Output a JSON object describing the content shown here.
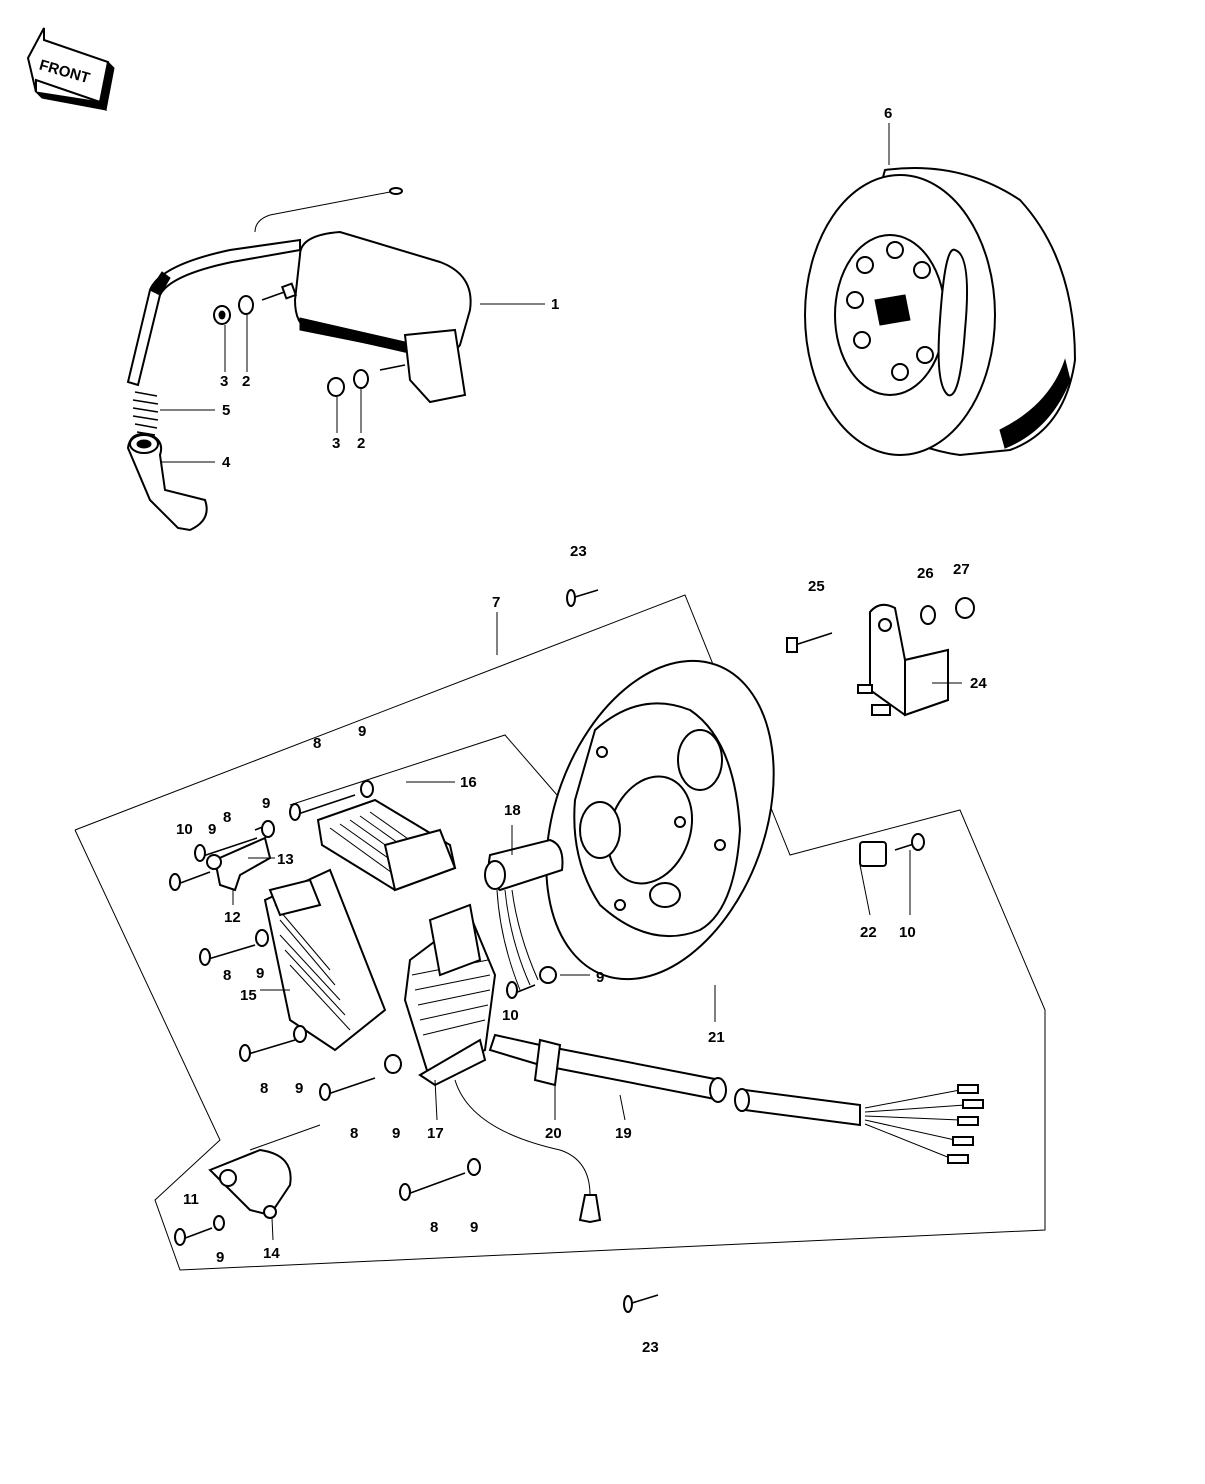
{
  "front_label": "FRONT",
  "callouts": [
    {
      "id": "c1",
      "text": "1"
    },
    {
      "id": "c2a",
      "text": "2"
    },
    {
      "id": "c2b",
      "text": "2"
    },
    {
      "id": "c3a",
      "text": "3"
    },
    {
      "id": "c3b",
      "text": "3"
    },
    {
      "id": "c4",
      "text": "4"
    },
    {
      "id": "c5",
      "text": "5"
    },
    {
      "id": "c6",
      "text": "6"
    },
    {
      "id": "c7",
      "text": "7"
    },
    {
      "id": "c8a",
      "text": "8"
    },
    {
      "id": "c8b",
      "text": "8"
    },
    {
      "id": "c8c",
      "text": "8"
    },
    {
      "id": "c8d",
      "text": "8"
    },
    {
      "id": "c8e",
      "text": "8"
    },
    {
      "id": "c8f",
      "text": "8"
    },
    {
      "id": "c9a",
      "text": "9"
    },
    {
      "id": "c9b",
      "text": "9"
    },
    {
      "id": "c9c",
      "text": "9"
    },
    {
      "id": "c9d",
      "text": "9"
    },
    {
      "id": "c9e",
      "text": "9"
    },
    {
      "id": "c9f",
      "text": "9"
    },
    {
      "id": "c9g",
      "text": "9"
    },
    {
      "id": "c9h",
      "text": "9"
    },
    {
      "id": "c9i",
      "text": "9"
    },
    {
      "id": "c10a",
      "text": "10"
    },
    {
      "id": "c10b",
      "text": "10"
    },
    {
      "id": "c10c",
      "text": "10"
    },
    {
      "id": "c11",
      "text": "11"
    },
    {
      "id": "c12",
      "text": "12"
    },
    {
      "id": "c13",
      "text": "13"
    },
    {
      "id": "c14",
      "text": "14"
    },
    {
      "id": "c15",
      "text": "15"
    },
    {
      "id": "c16",
      "text": "16"
    },
    {
      "id": "c17",
      "text": "17"
    },
    {
      "id": "c18",
      "text": "18"
    },
    {
      "id": "c19",
      "text": "19"
    },
    {
      "id": "c20",
      "text": "20"
    },
    {
      "id": "c21",
      "text": "21"
    },
    {
      "id": "c22",
      "text": "22"
    },
    {
      "id": "c23a",
      "text": "23"
    },
    {
      "id": "c23b",
      "text": "23"
    },
    {
      "id": "c24",
      "text": "24"
    },
    {
      "id": "c25",
      "text": "25"
    },
    {
      "id": "c26",
      "text": "26"
    },
    {
      "id": "c27",
      "text": "27"
    }
  ]
}
